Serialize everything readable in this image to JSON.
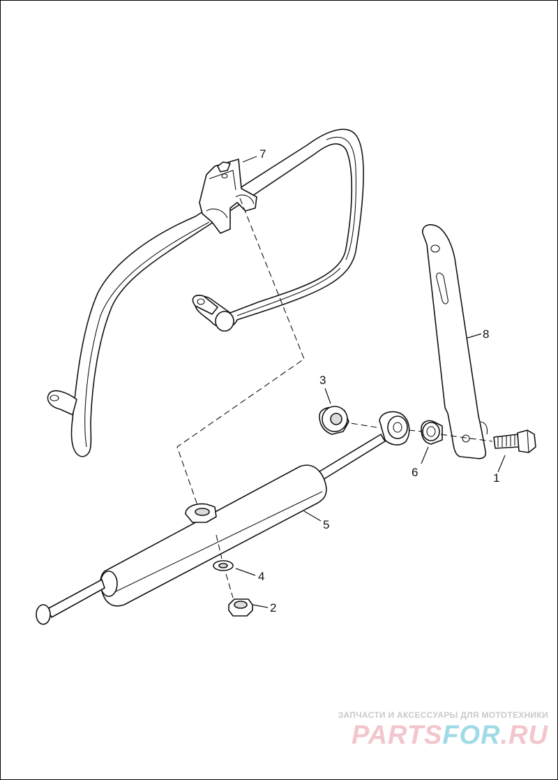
{
  "diagram": {
    "callouts": [
      "1",
      "2",
      "3",
      "4",
      "5",
      "6",
      "7",
      "8"
    ]
  },
  "watermark": {
    "tagline": "ЗАПЧАСТИ И АКСЕССУАРЫ ДЛЯ МОТОТЕХНИКИ",
    "logo_part1": "PARTS",
    "logo_part2": "FOR",
    "logo_part3": ".RU"
  }
}
